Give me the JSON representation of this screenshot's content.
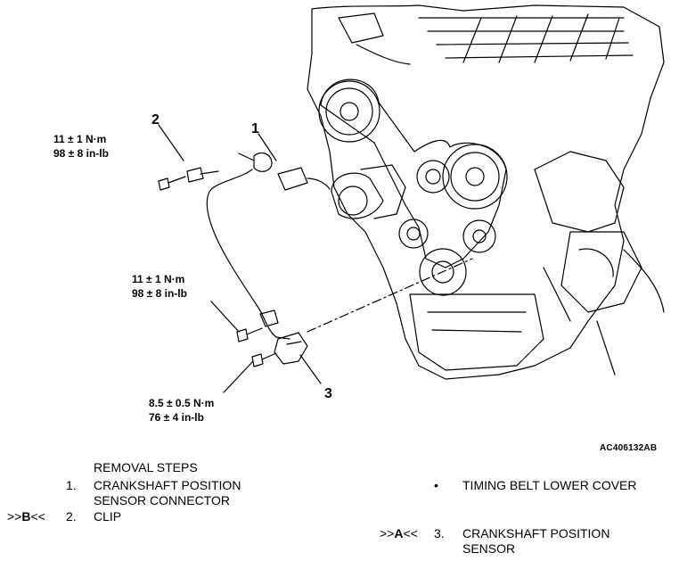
{
  "torque_labels": [
    {
      "line1": "11 ± 1 N·m",
      "line2": "98 ± 8 in-lb"
    },
    {
      "line1": "11 ± 1 N·m",
      "line2": "98 ± 8 in-lb"
    },
    {
      "line1": "8.5 ± 0.5 N·m",
      "line2": "76 ± 4 in-lb"
    }
  ],
  "callouts": [
    "1",
    "2",
    "3"
  ],
  "figure_id": "AC406132AB",
  "removal": {
    "heading": "REMOVAL STEPS",
    "steps": [
      {
        "num": "1.",
        "line1": "CRANKSHAFT POSITION",
        "line2": "SENSOR CONNECTOR",
        "marker": ""
      },
      {
        "num": "2.",
        "line1": "CLIP",
        "line2": "",
        "marker": "B"
      },
      {
        "num": "•",
        "line1": "TIMING BELT LOWER COVER",
        "line2": "",
        "marker": ""
      },
      {
        "num": "3.",
        "line1": "CRANKSHAFT POSITION",
        "line2": "SENSOR",
        "marker": "A"
      }
    ],
    "marker_prefix": ">>",
    "marker_suffix": "<<"
  }
}
